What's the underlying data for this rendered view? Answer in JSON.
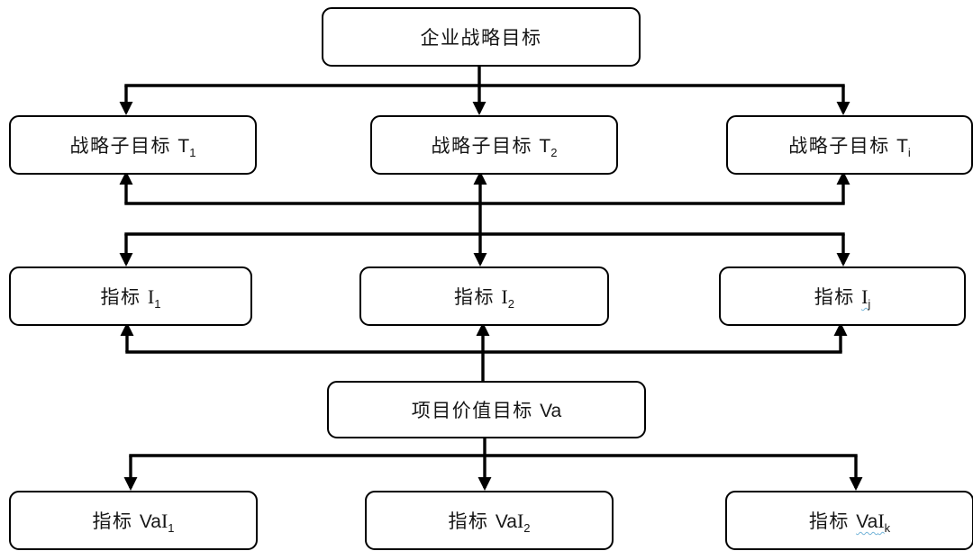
{
  "nodes": {
    "root": {
      "zh": "企业战略目标",
      "latin_sans": "",
      "latin_serif": "",
      "sub": ""
    },
    "t1": {
      "zh": "战略子目标 ",
      "latin_sans": "T",
      "latin_serif": "",
      "sub": "1"
    },
    "t2": {
      "zh": "战略子目标 ",
      "latin_sans": "T",
      "latin_serif": "",
      "sub": "2"
    },
    "ti": {
      "zh": "战略子目标 ",
      "latin_sans": "T",
      "latin_serif": "",
      "sub": "i"
    },
    "i1": {
      "zh": "指标 ",
      "latin_sans": "",
      "latin_serif": "I",
      "sub": "1"
    },
    "i2": {
      "zh": "指标 ",
      "latin_sans": "",
      "latin_serif": "I",
      "sub": "2"
    },
    "ij": {
      "zh": "指标 ",
      "latin_sans": "",
      "latin_serif": "I",
      "sub": "j",
      "spellcheck_underline": true
    },
    "va": {
      "zh": "项目价值目标 ",
      "latin_sans": "Va",
      "latin_serif": "",
      "sub": ""
    },
    "vai1": {
      "zh": "指标 ",
      "latin_sans": "Va",
      "latin_serif": "I",
      "sub": "1"
    },
    "vai2": {
      "zh": "指标 ",
      "latin_sans": "Va",
      "latin_serif": "I",
      "sub": "2"
    },
    "vaik": {
      "zh": "指标 ",
      "latin_sans": "Va",
      "latin_serif": "I",
      "sub": "k",
      "spellcheck_underline": true
    }
  },
  "edges": [
    {
      "from": "root",
      "to": [
        "t1",
        "t2",
        "ti"
      ],
      "type": "arrow-down"
    },
    {
      "from": "bus-between-rows",
      "to": [
        "t1",
        "ti"
      ],
      "type": "arrow-up"
    },
    {
      "from": "bus-between-rows",
      "to": [
        "i1",
        "ij"
      ],
      "type": "arrow-down"
    },
    {
      "from": "t2",
      "to": "i2",
      "type": "double-headed-vertical-arrow"
    },
    {
      "from": "va",
      "to": [
        "i1",
        "i2",
        "ij"
      ],
      "type": "arrow-up"
    },
    {
      "from": "va",
      "to": [
        "vai1",
        "vai2",
        "vaik"
      ],
      "type": "arrow-down"
    }
  ],
  "colors": {
    "line": "#000000",
    "box_border": "#000000",
    "box_fill": "#ffffff",
    "background": "#ffffff",
    "spellcheck_squiggle": "#74b4d8"
  }
}
